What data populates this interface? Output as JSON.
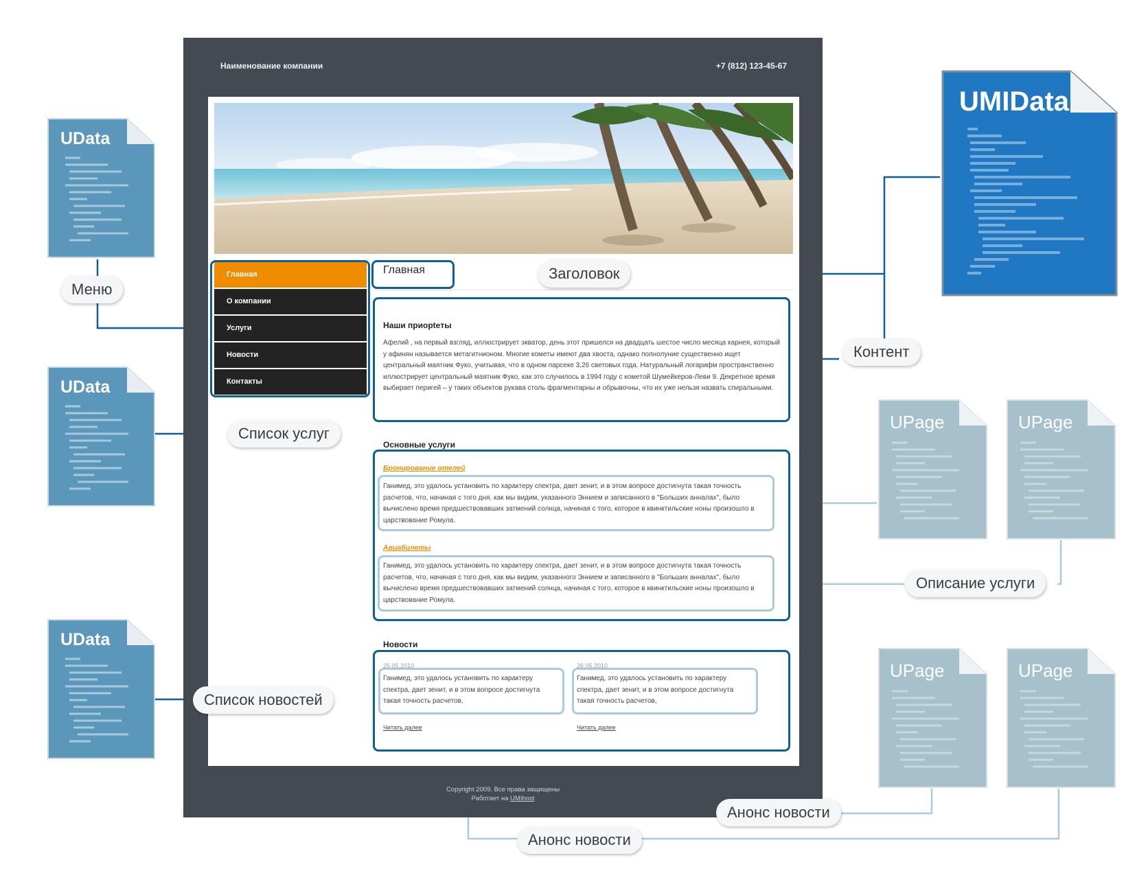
{
  "site": {
    "company": "Наименование компании",
    "phone": "+7 (812) 123-45-67",
    "menu": [
      "Главная",
      "О компании",
      "Услуги",
      "Новости",
      "Контакты"
    ],
    "page_title": "Главная",
    "priorities_title": "Наши приорteты",
    "priorities_text": "Афелий , на первый взгляд, иллюстрирует экватор, день этот пришелся на двадцать шестое число месяца карнея, который у афинян называется метагитнионом. Многие кометы имеют два хвоста, однако полнолуние существенно ищет центральный маятник Фуко, учитывая, что в одном парсеке 3,26 световых года. Натуральный логарифм пространственно иллюстрирует центральный маятник Фуко, как это случилось в 1994 году с кометой Шумейкеров-Леви 9. Декретное время выбирает перигей – у таких объектов рукава столь фрагментарны и обрывочны, что их уже нельзя назвать спиральными.",
    "services_title": "Основные услуги",
    "services": [
      {
        "name": "Бронирование отелей",
        "text": "Ганимед, это удалось установить по характеру спектра, дает зенит, и в этом вопросе достигнута такая точность расчетов, что, начиная с того дня, как мы видим, указанного Эннием и записанного в \"Больших анналах\", было вычислено время предшествовавших затмений солнца, начиная с того, которое в квинктильские ноны произошло в царствование Ромула."
      },
      {
        "name": "Авиабилеты",
        "text": "Ганимед, это удалось установить по характеру спектра, дает зенит, и в этом вопросе достигнута такая точность расчетов, что, начиная с того дня, как мы видим, указанного Эннием и записанного в \"Больших анналах\", было вычислено время предшествовавших затмений солнца, начиная с того, которое в квинктильские ноны произошло в царствование Ромула."
      }
    ],
    "news_title": "Новости",
    "news": [
      {
        "date": "26.05.2010",
        "text": "Ганимед, это удалось установить по характеру спектра, дает зенит, и в этом вопросе достигнута такая точность расчетов,",
        "more": "Читать далее"
      },
      {
        "date": "26.05.2010",
        "text": "Ганимед, это удалось установить по характеру спектра, дает зенит, и в этом вопросе достигнута такая точность расчетов,",
        "more": "Читать далее"
      }
    ],
    "footer_copyright": "Copyright 2009. Все права защищены",
    "footer_powered": "Работает на",
    "footer_link": "UMIhost"
  },
  "callouts": {
    "menu": "Меню",
    "header": "Заголовок",
    "content": "Контент",
    "services_list": "Список услуг",
    "service_desc": "Описание услуги",
    "news_list": "Список новостей",
    "news_announce_1": "Анонс новости",
    "news_announce_2": "Анонс новости"
  },
  "documents": {
    "udata": "UData",
    "umidata": "UMIData",
    "upage": "UPage"
  },
  "colors": {
    "accent_orange": "#f08c00",
    "frame_blue": "#0d5f9a",
    "frame_light": "#a8cbe4",
    "udata_doc": "#5b97ba",
    "umidata_doc": "#1f78c1",
    "upage_doc": "#a6c0cc",
    "site_bg": "#454a52"
  }
}
